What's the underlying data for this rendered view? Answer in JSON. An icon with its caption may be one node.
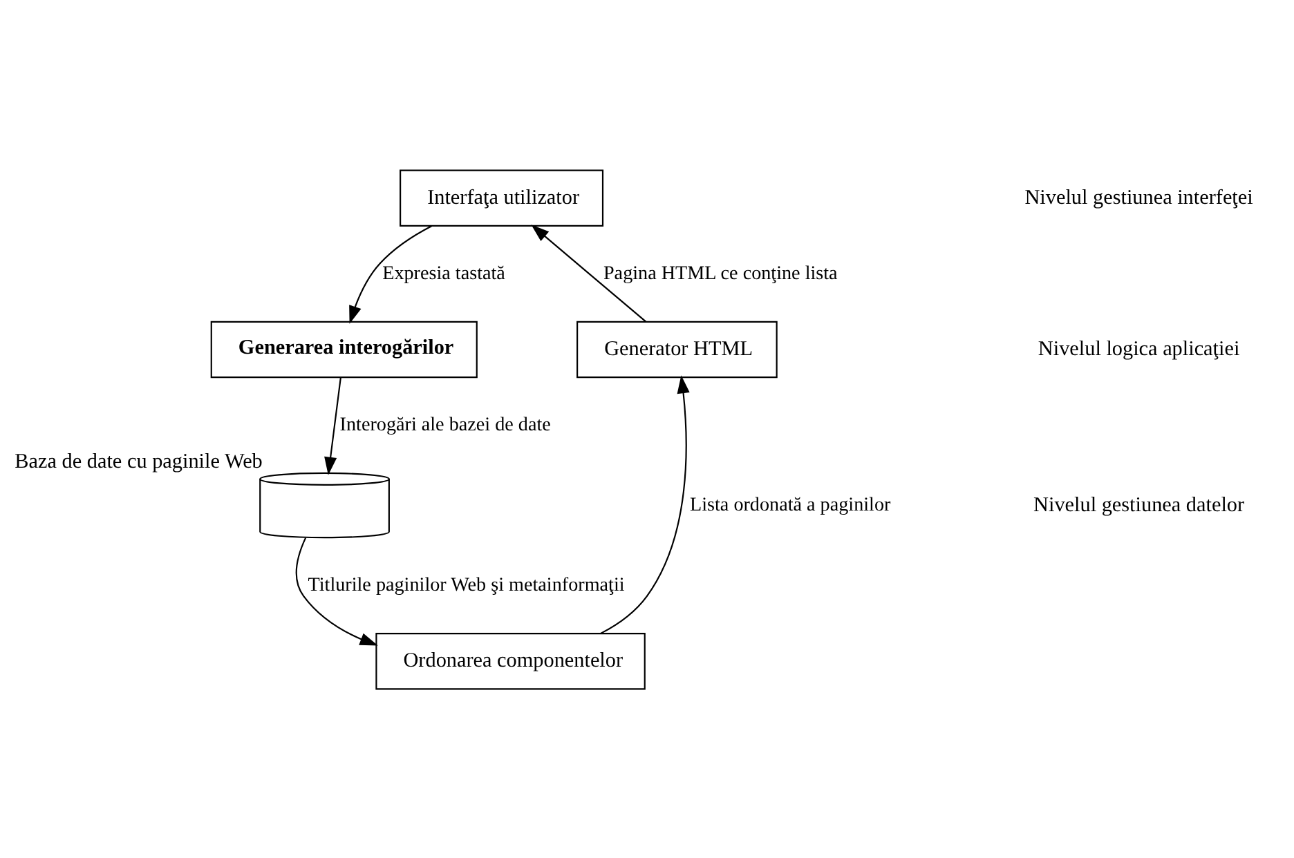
{
  "diagram": {
    "nodes": [
      {
        "text": [
          "Interfaţa utilizator"
        ]
      },
      {
        "text": [
          "Generarea interogărilor"
        ]
      },
      {
        "text": [
          "Generator HTML"
        ]
      },
      {
        "text": [
          "Ordonarea componentelor"
        ]
      },
      {
        "text": [],
        "shape": "cylinder",
        "beside": [
          "Baza de date cu paginile Web"
        ]
      }
    ],
    "edges": [
      {
        "from": 0,
        "to": 1,
        "arrow": "to",
        "label": "Expresia tastată"
      },
      {
        "from": 2,
        "to": 0,
        "arrow": "to",
        "label": "Pagina HTML ce conţine lista"
      },
      {
        "from": 3,
        "to": 2,
        "arrow": "to",
        "label": "Lista ordonată a paginilor"
      },
      {
        "from": 1,
        "to": 4,
        "arrow": "to",
        "label": "Interogări ale bazei de date"
      },
      {
        "from": 4,
        "to": 3,
        "arrow": "to",
        "label": "Titlurile paginilor Web şi metainformaţii"
      }
    ],
    "labels": [
      "Nivelul gestiunea interfeţei",
      "Nivelul logica aplicaţiei",
      "Nivelul gestiunea datelor"
    ]
  }
}
